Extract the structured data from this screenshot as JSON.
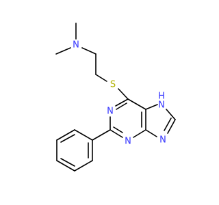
{
  "molecule": {
    "atoms": {
      "n_dimethyl": "N",
      "s_thio": "S",
      "n_pyrimidine_top": "N",
      "n_pyrimidine_bottom": "N",
      "n_imidazole_h": "H",
      "n_imidazole_h_n": "N",
      "n_imidazole_right": "N"
    },
    "colors": {
      "nitrogen": "#3333ff",
      "sulfur": "#b2b200",
      "carbon_bond": "#000000"
    }
  }
}
